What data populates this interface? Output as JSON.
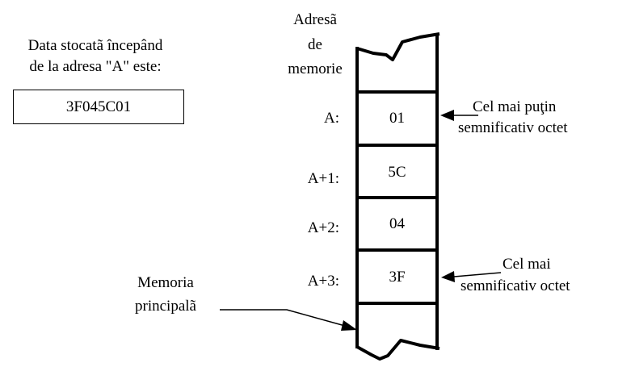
{
  "left_caption": {
    "line1": "Data stocatã începând",
    "line2": "de la adresa \"A\" este:"
  },
  "stored_value": "3F045C01",
  "column_header": {
    "line1": "Adresã",
    "line2": "de",
    "line3": "memorie"
  },
  "cells": [
    {
      "address": "A:",
      "value": "01"
    },
    {
      "address": "A+1:",
      "value": "5C"
    },
    {
      "address": "A+2:",
      "value": "04"
    },
    {
      "address": "A+3:",
      "value": "3F"
    }
  ],
  "annotation_least": {
    "line1": "Cel mai puţin",
    "line2": "semnificativ octet"
  },
  "annotation_most": {
    "line1": "Cel mai",
    "line2": "semnificativ octet"
  },
  "memory_label": {
    "line1": "Memoria",
    "line2": "principalã"
  }
}
